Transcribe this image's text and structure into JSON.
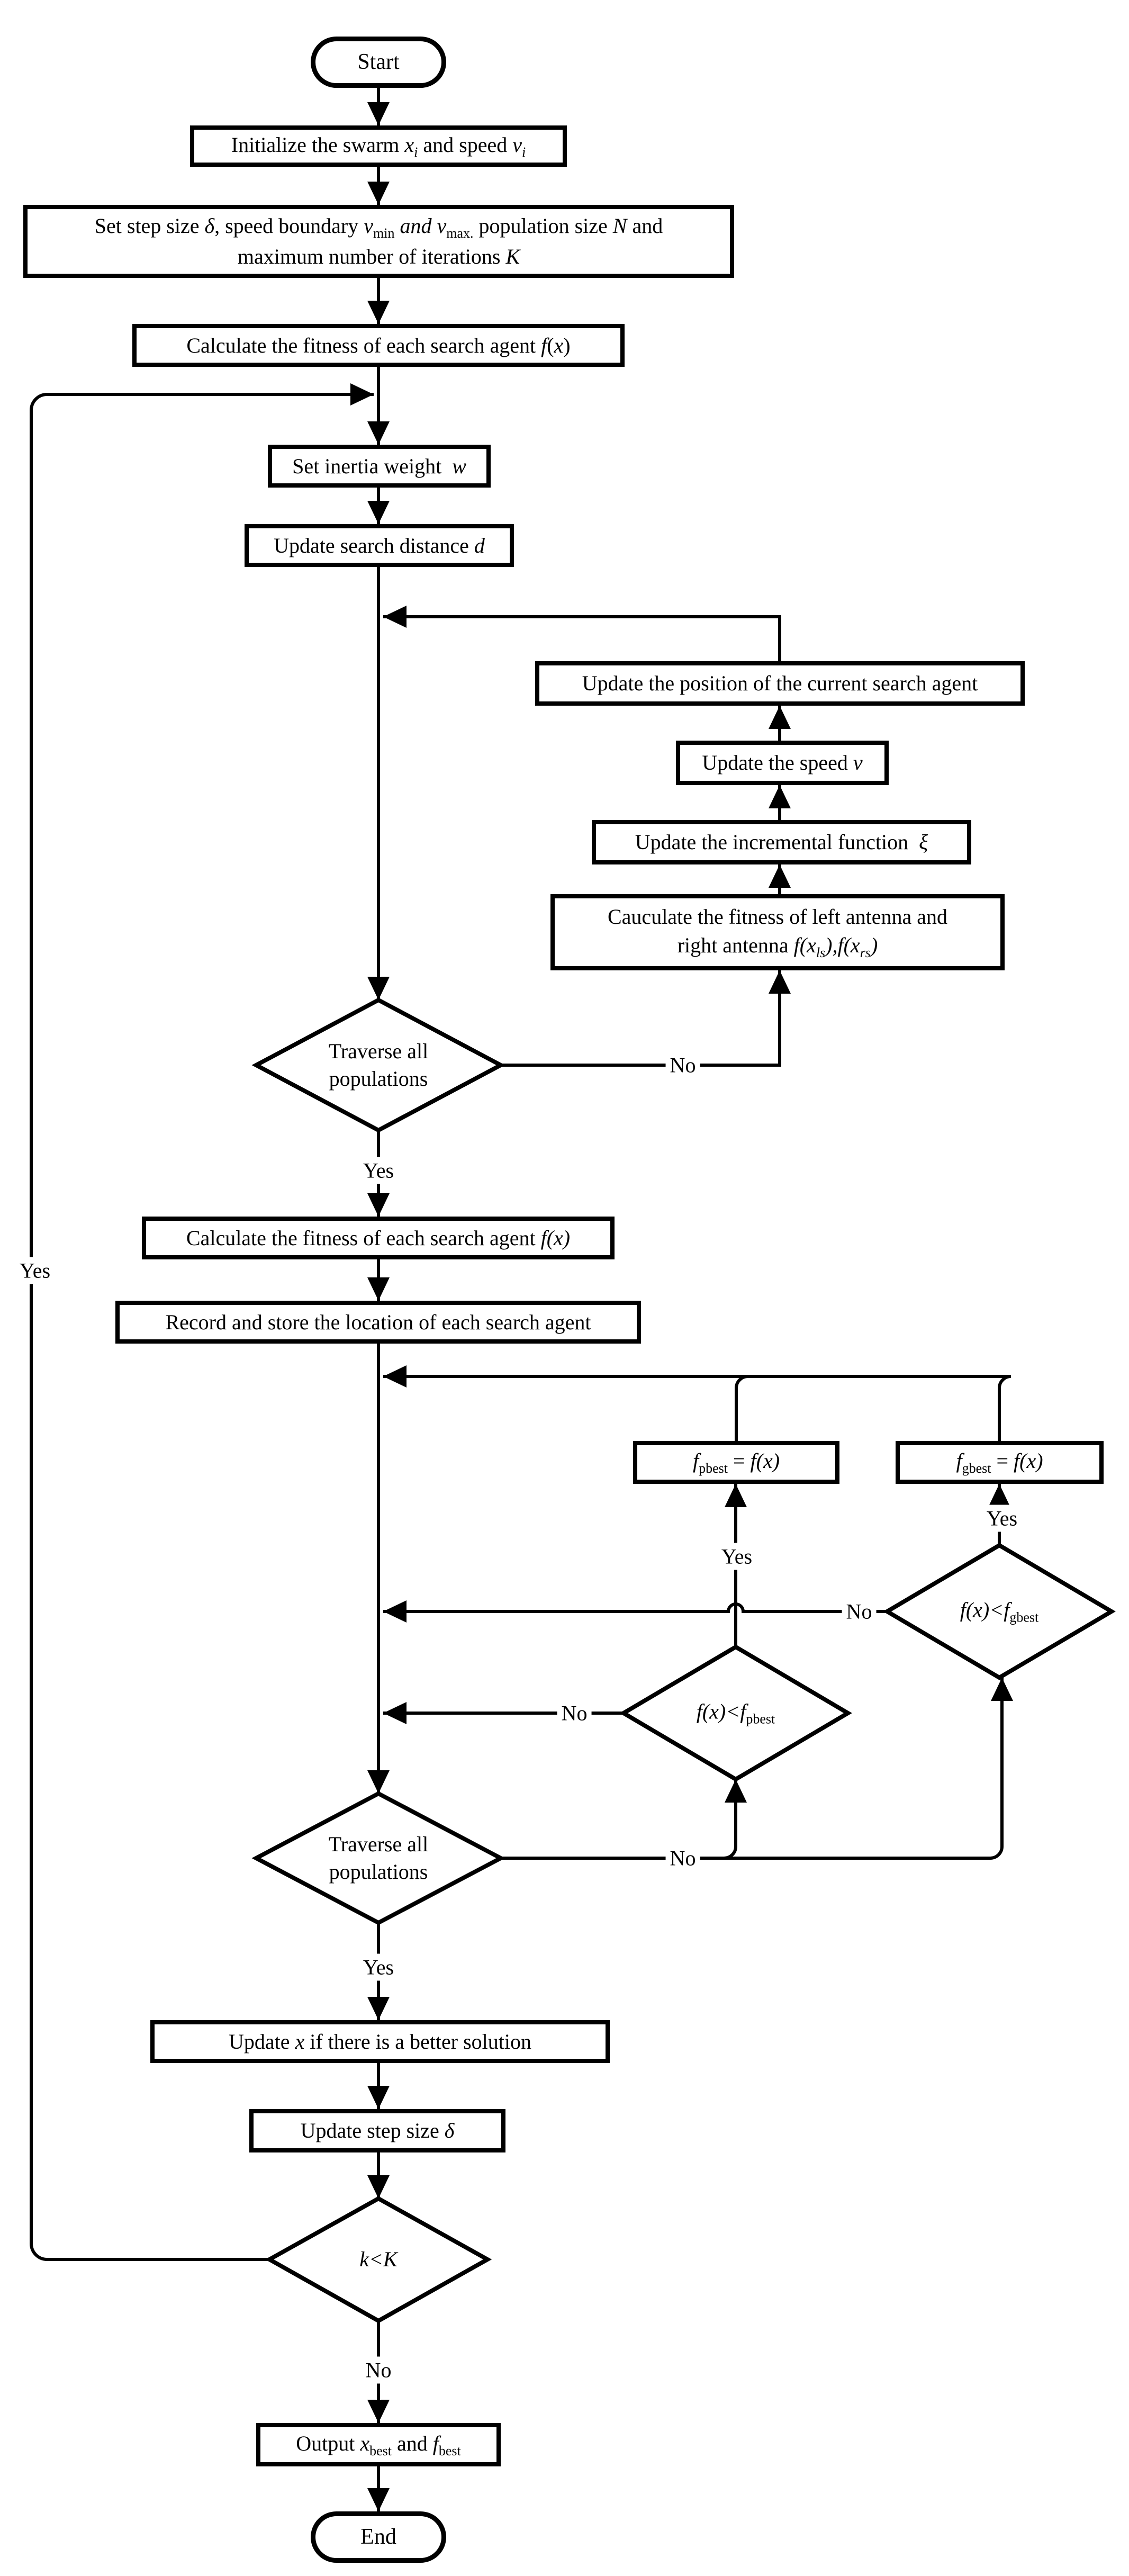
{
  "colors": {
    "stroke": "#000000",
    "background": "#ffffff"
  },
  "nodes": {
    "start": {
      "label": [
        [
          "",
          "Start"
        ]
      ]
    },
    "init": {
      "label": [
        [
          "",
          "Initialize the swarm "
        ],
        [
          "i",
          "x"
        ],
        [
          "isub",
          "i"
        ],
        [
          "",
          " and speed "
        ],
        [
          "i",
          "v"
        ],
        [
          "isub",
          "i"
        ]
      ]
    },
    "setstep": {
      "label": [
        [
          "",
          "Set step size "
        ],
        [
          "i",
          "δ"
        ],
        [
          "",
          ", speed boundary "
        ],
        [
          "i",
          "v"
        ],
        [
          "sub",
          "min"
        ],
        [
          "",
          " "
        ],
        [
          "i",
          "and"
        ],
        [
          "",
          " "
        ],
        [
          "i",
          "v"
        ],
        [
          "sub",
          "max."
        ],
        [
          "",
          " population size "
        ],
        [
          "i",
          "N"
        ],
        [
          "",
          " and"
        ]
      ],
      "label2": [
        [
          "",
          "maximum number of iterations "
        ],
        [
          "i",
          "K"
        ]
      ]
    },
    "calcfit1": {
      "label": [
        [
          "",
          "Calculate the fitness of each search agent "
        ],
        [
          "i",
          "f"
        ],
        [
          "",
          "("
        ],
        [
          "i",
          "x"
        ],
        [
          "",
          ")"
        ]
      ]
    },
    "inertia": {
      "label": [
        [
          "",
          "Set inertia weight  "
        ],
        [
          "i",
          "w"
        ]
      ]
    },
    "distance": {
      "label": [
        [
          "",
          "Update search distance "
        ],
        [
          "i",
          "d"
        ]
      ]
    },
    "position": {
      "label": [
        [
          "",
          "Update the position of the current search agent"
        ]
      ]
    },
    "speed": {
      "label": [
        [
          "",
          "Update the speed "
        ],
        [
          "i",
          "v"
        ]
      ]
    },
    "incremental": {
      "label": [
        [
          "",
          "Update the incremental function  "
        ],
        [
          "i",
          "ξ"
        ]
      ]
    },
    "antenna": {
      "label": [
        [
          "",
          "Cauculate the fitness of left antenna and"
        ]
      ],
      "label2": [
        [
          "",
          "right antenna "
        ],
        [
          "i",
          "f(x"
        ],
        [
          "isub",
          "ls"
        ],
        [
          "i",
          "),f(x"
        ],
        [
          "isub",
          "rs"
        ],
        [
          "i",
          ")"
        ]
      ]
    },
    "traverse1": {
      "label": [
        [
          "",
          "Traverse all"
        ]
      ],
      "label2": [
        [
          "",
          "populations"
        ]
      ]
    },
    "calcfit2": {
      "label": [
        [
          "",
          "Calculate the fitness of each search agent "
        ],
        [
          "i",
          "f(x)"
        ]
      ]
    },
    "record": {
      "label": [
        [
          "",
          "Record and store the location of each search agent"
        ]
      ]
    },
    "fpbest": {
      "label": [
        [
          "i",
          "f"
        ],
        [
          "sub",
          "pbest"
        ],
        [
          "",
          " = "
        ],
        [
          "i",
          "f(x)"
        ]
      ]
    },
    "fgbest": {
      "label": [
        [
          "i",
          "f"
        ],
        [
          "sub",
          "gbest"
        ],
        [
          "",
          " = "
        ],
        [
          "i",
          "f(x)"
        ]
      ]
    },
    "pbestDiamond": {
      "label": [
        [
          "i",
          "f(x)<f"
        ],
        [
          "sub",
          "pbest"
        ]
      ]
    },
    "gbestDiamond": {
      "label": [
        [
          "i",
          "f(x)<f"
        ],
        [
          "sub",
          "gbest"
        ]
      ]
    },
    "traverse2": {
      "label": [
        [
          "",
          "Traverse all"
        ]
      ],
      "label2": [
        [
          "",
          "populations"
        ]
      ]
    },
    "updatex": {
      "label": [
        [
          "",
          "Update "
        ],
        [
          "i",
          "x"
        ],
        [
          "",
          " if there is a better solution"
        ]
      ]
    },
    "stepsize": {
      "label": [
        [
          "",
          "Update step size "
        ],
        [
          "i",
          "δ"
        ]
      ]
    },
    "kk": {
      "label": [
        [
          "i",
          "k<K"
        ]
      ]
    },
    "output": {
      "label": [
        [
          "",
          "Output "
        ],
        [
          "i",
          "x"
        ],
        [
          "sub",
          "best"
        ],
        [
          "",
          " and "
        ],
        [
          "i",
          "f"
        ],
        [
          "sub",
          "best"
        ]
      ]
    },
    "end": {
      "label": [
        [
          "",
          "End"
        ]
      ]
    }
  },
  "edge_labels": {
    "no1": "No",
    "yes1": "Yes",
    "yes_left": "Yes",
    "pbest_yes": "Yes",
    "gbest_yes": "Yes",
    "gbest_no": "No",
    "pbest_no": "No",
    "no2": "No",
    "yes2": "Yes",
    "kk_no": "No"
  }
}
